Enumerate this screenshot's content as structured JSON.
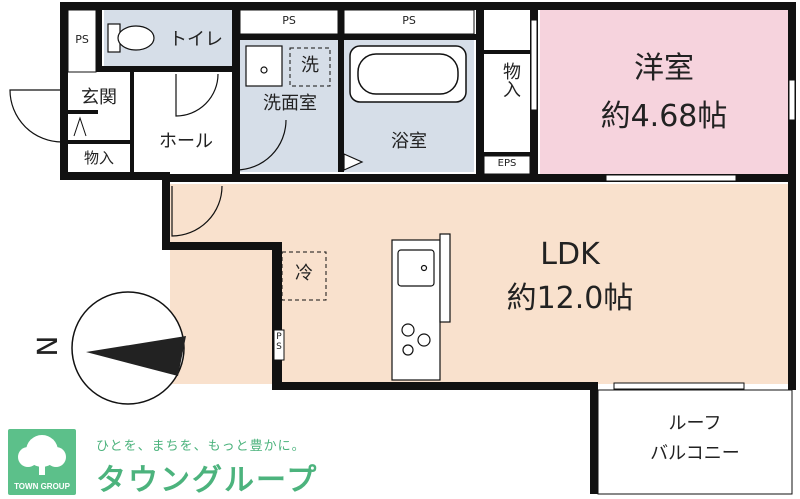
{
  "rooms": {
    "western": {
      "name": "洋室",
      "size": "約4.68帖"
    },
    "ldk": {
      "name": "LDK",
      "size": "約12.0帖"
    },
    "toilet": "トイレ",
    "entrance": "玄関",
    "storage_entrance": "物入",
    "hall": "ホール",
    "washroom": "洗面室",
    "washer": "洗",
    "bath": "浴室",
    "storage_west": "物入",
    "fridge": "冷",
    "roof_balcony": {
      "line1": "ルーフ",
      "line2": "バルコニー"
    }
  },
  "ps_labels": [
    "PS",
    "PS",
    "PS",
    "PS"
  ],
  "eps": "EPS",
  "compass": {
    "label": "N"
  },
  "brand": {
    "tagline": "ひとを、まちを、もっと豊かに。",
    "name": "タウングループ",
    "caption": "TOWN GROUP"
  },
  "colors": {
    "ldk": "#f9e1cd",
    "western": "#f6d3dd",
    "wet": "#d6dee8",
    "wall": "#111111",
    "brand": "#5cc08a"
  }
}
